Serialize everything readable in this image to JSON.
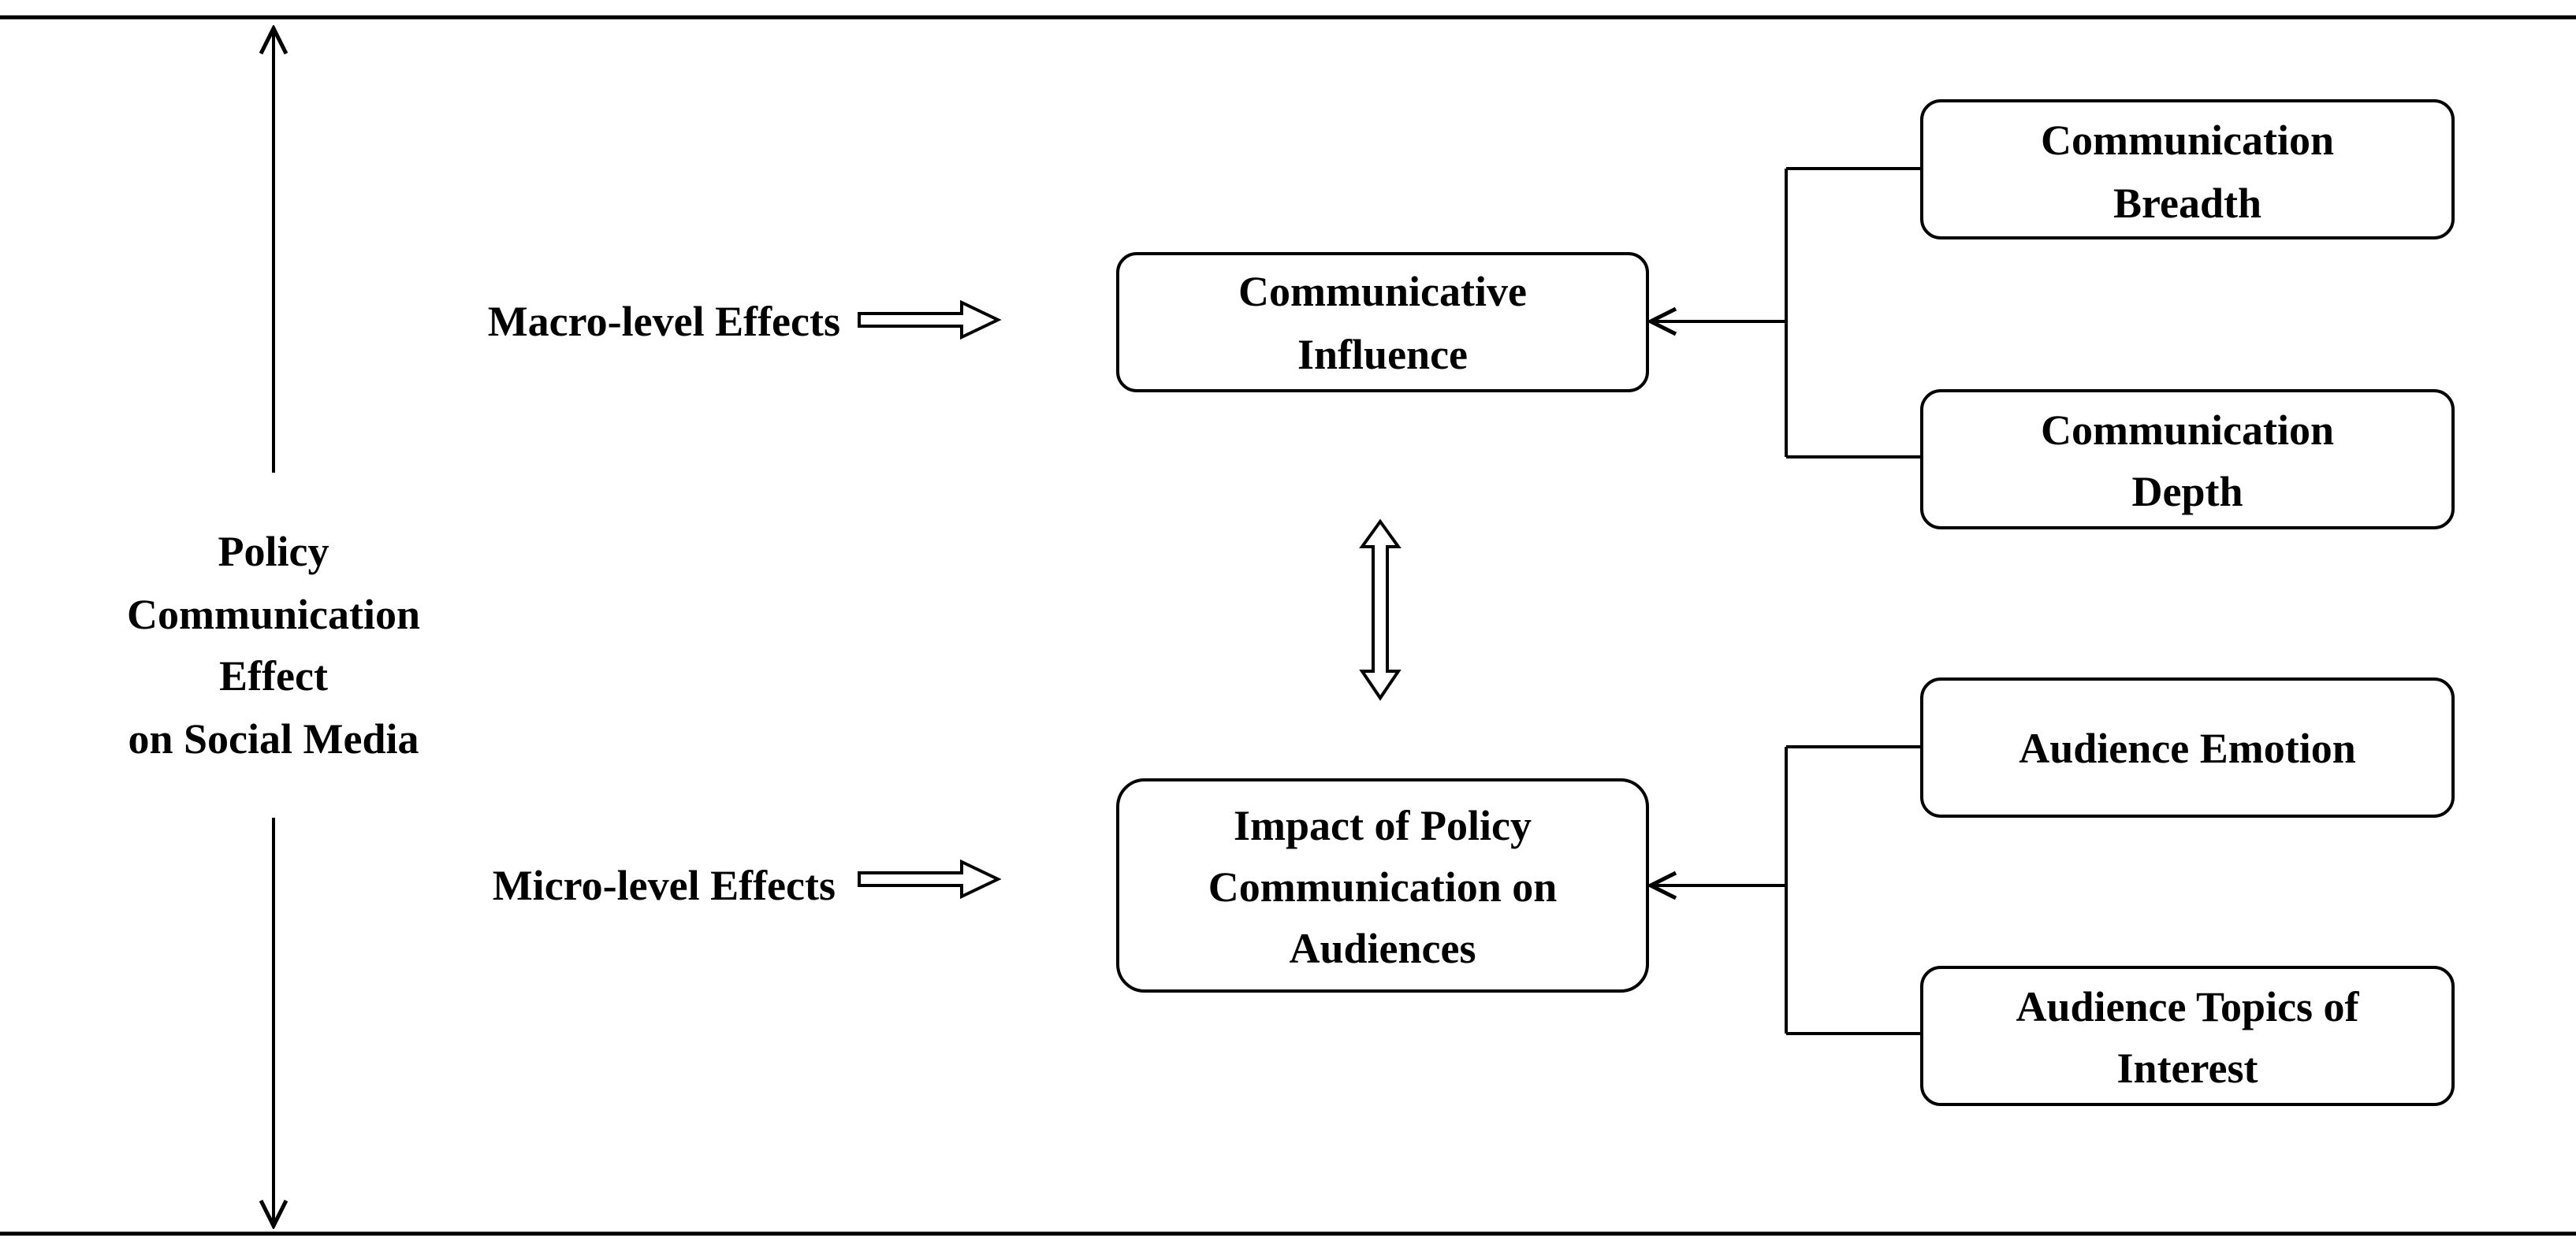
{
  "left_label": {
    "line1": "Policy",
    "line2": "Communication",
    "line3": "Effect",
    "line4": "on Social Media"
  },
  "macro_label": "Macro-level Effects",
  "micro_label": "Micro-level Effects",
  "center_top": {
    "line1": "Communicative",
    "line2": "Influence"
  },
  "center_bottom": {
    "line1": "Impact of Policy",
    "line2": "Communication on",
    "line3": "Audiences"
  },
  "right_boxes": {
    "breadth": {
      "line1": "Communication",
      "line2": "Breadth"
    },
    "depth": {
      "line1": "Communication",
      "line2": "Depth"
    },
    "emotion": {
      "line1": "Audience Emotion"
    },
    "topics": {
      "line1": "Audience Topics of",
      "line2": "Interest"
    }
  }
}
